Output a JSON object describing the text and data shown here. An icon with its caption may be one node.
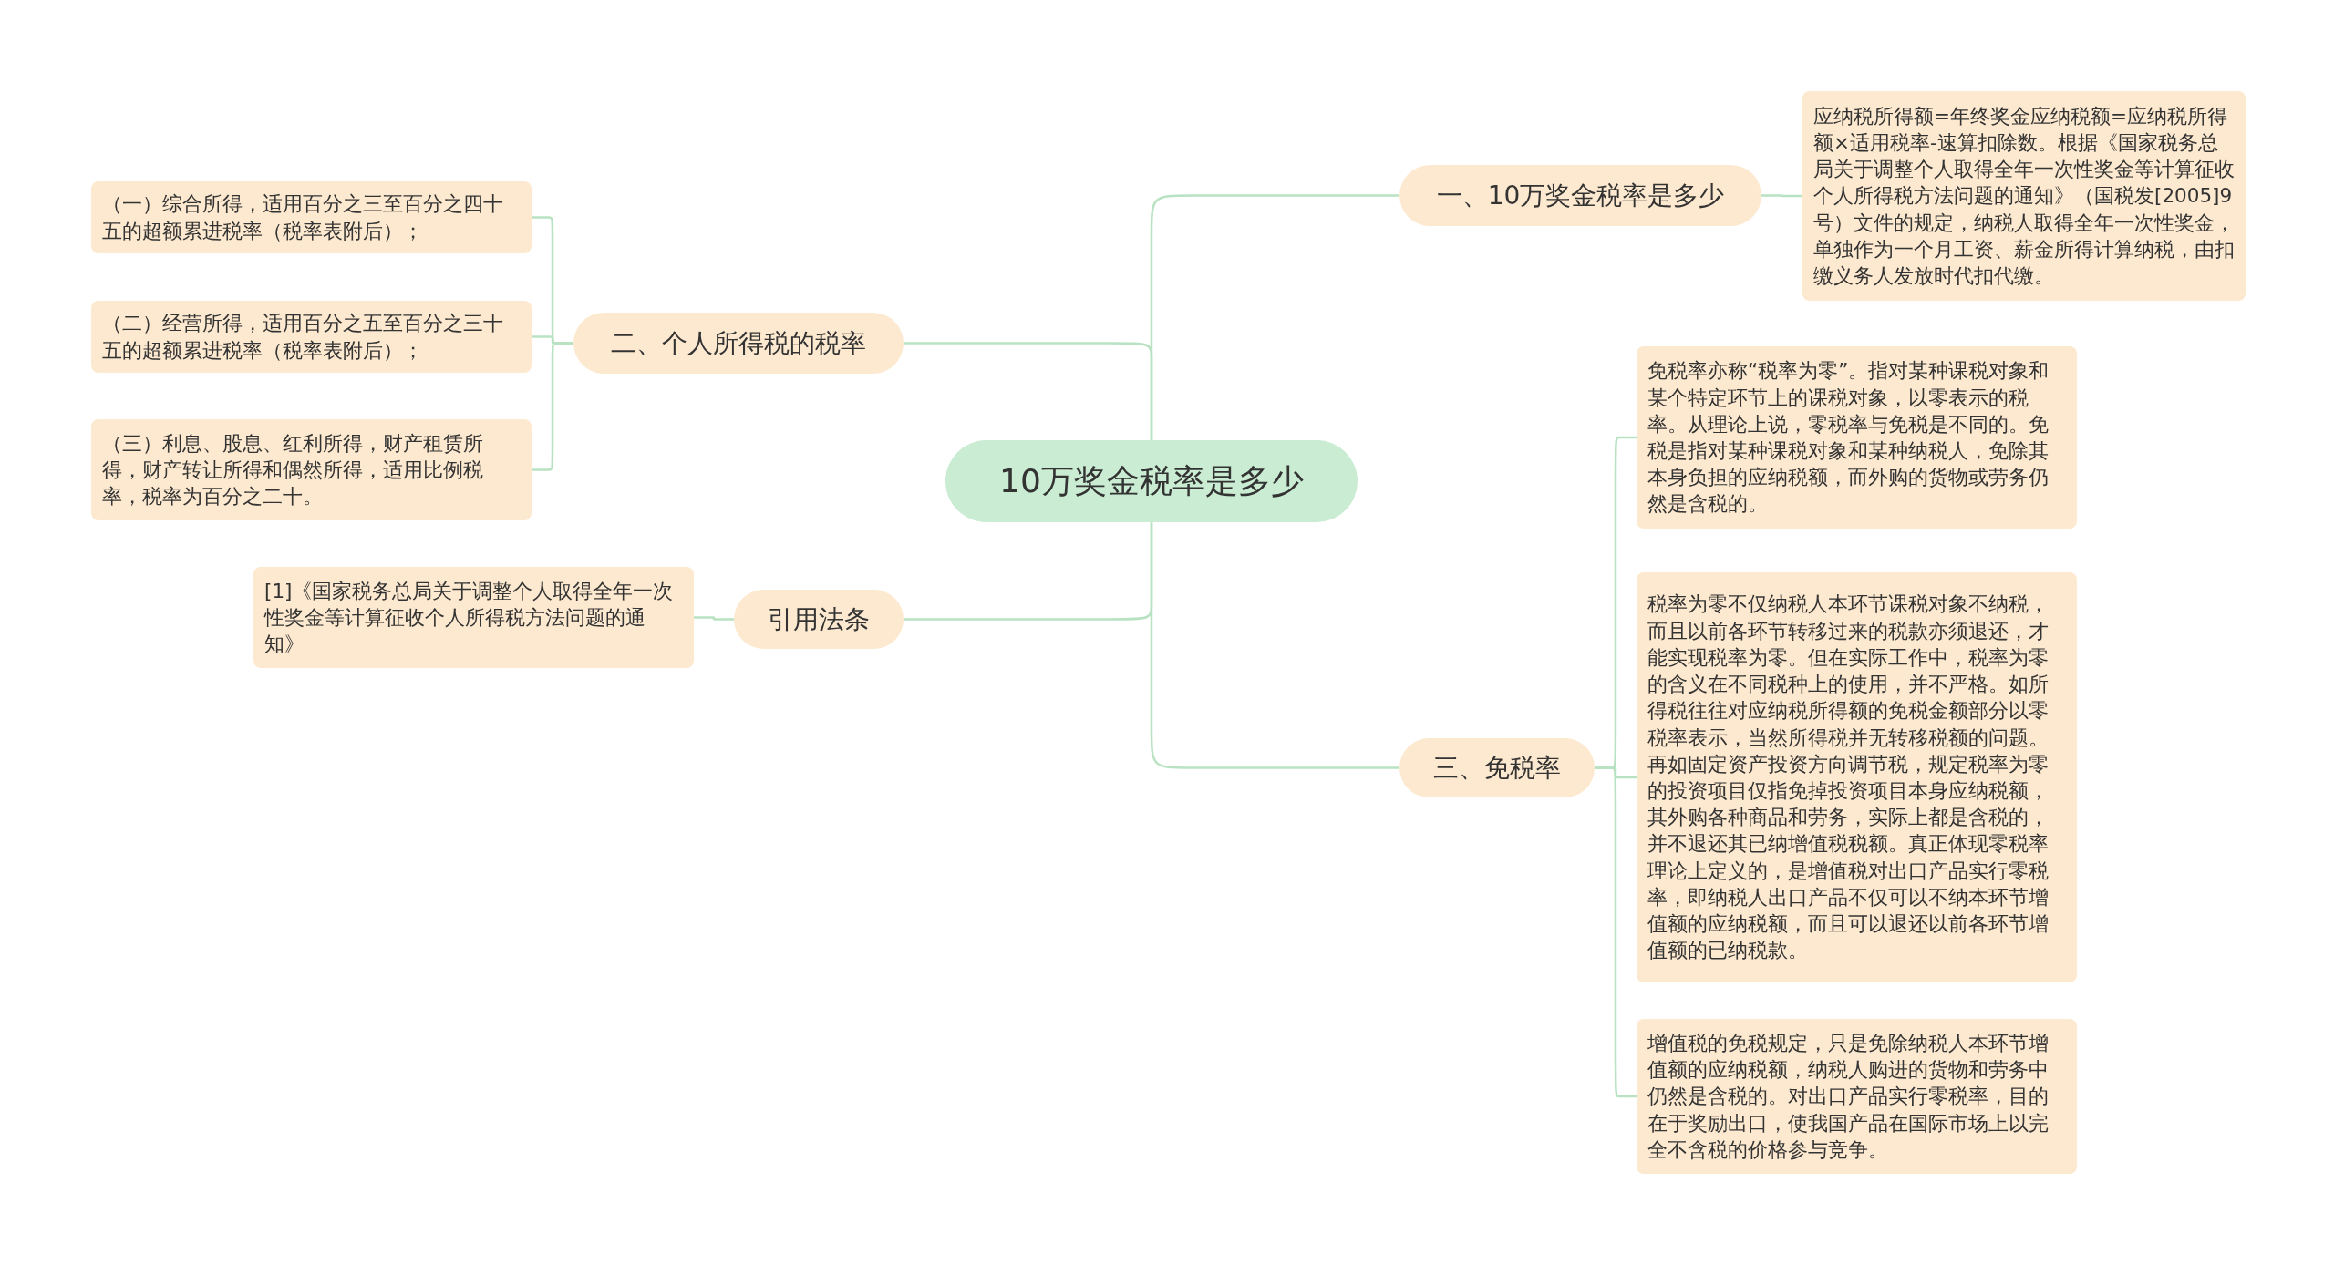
{
  "diagram": {
    "nodes": [
      {
        "text": [
          "10万奖金税率是多少"
        ]
      },
      {
        "text": [
          "一、10万奖金税率是多少"
        ]
      },
      {
        "text": [
          "应纳税所得额=年终奖金应纳税额=应纳税所得额×适用税率-速算扣除数。根据《国家税务总局关于调整个人取得全年一次性奖金等计算征收个人所得税方法问题的通知》（国税发[2005]9号）文件的规定，纳税人取得全年一次性奖金，单独作为一个月工资、薪金所得计算纳税，由扣缴义务人发放时代扣代缴。"
        ]
      },
      {
        "text": [
          "二、个人所得税的税率"
        ]
      },
      {
        "text": [
          "（一）综合所得，适用百分之三至百分之四十五的超额累进税率（税率表附后）；"
        ]
      },
      {
        "text": [
          "（二）经营所得，适用百分之五至百分之三十五的超额累进税率（税率表附后）；"
        ]
      },
      {
        "text": [
          "（三）利息、股息、红利所得，财产租赁所得，财产转让所得和偶然所得，适用比例税率，税率为百分之二十。"
        ]
      },
      {
        "text": [
          "引用法条"
        ]
      },
      {
        "text": [
          "[1]《国家税务总局关于调整个人取得全年一次性奖金等计算征收个人所得税方法问题的通知》"
        ]
      },
      {
        "text": [
          "三、免税率"
        ]
      },
      {
        "text": [
          "免税率亦称“税率为零”。指对某种课税对象和某个特定环节上的课税对象，以零表示的税率。从理论上说，零税率与免税是不同的。免税是指对某种课税对象和某种纳税人，免除其本身负担的应纳税额，而外购的货物或劳务仍然是含税的。"
        ]
      },
      {
        "text": [
          "税率为零不仅纳税人本环节课税对象不纳税，而且以前各环节转移过来的税款亦须退还，才能实现税率为零。但在实际工作中，税率为零的含义在不同税种上的使用，并不严格。如所得税往往对应纳税所得额的免税金额部分以零税率表示，当然所得税并无转移税额的问题。再如固定资产投资方向调节税，规定税率为零的投资项目仅指免掉投资项目本身应纳税额，其外购各种商品和劳务，实际上都是含税的，并不退还其已纳增值税税额。真正体现零税率理论上定义的，是增值税对出口产品实行零税率，即纳税人出口产品不仅可以不纳本环节增值额的应纳税额，而且可以退还以前各环节增值额的已纳税款。"
        ]
      },
      {
        "text": [
          "增值税的免税规定，只是免除纳税人本环节增值额的应纳税额，纳税人购进的货物和劳务中仍然是含税的。对出口产品实行零税率，目的在于奖励出口，使我国产品在国际市场上以完全不含税的价格参与竞争。"
        ]
      }
    ],
    "edges": [
      {
        "from": 0,
        "to": 1,
        "arrow": "none"
      },
      {
        "from": 1,
        "to": 2,
        "arrow": "none"
      },
      {
        "from": 0,
        "to": 3,
        "arrow": "none"
      },
      {
        "from": 3,
        "to": 4,
        "arrow": "none"
      },
      {
        "from": 3,
        "to": 5,
        "arrow": "none"
      },
      {
        "from": 3,
        "to": 6,
        "arrow": "none"
      },
      {
        "from": 0,
        "to": 7,
        "arrow": "none"
      },
      {
        "from": 7,
        "to": 8,
        "arrow": "none"
      },
      {
        "from": 0,
        "to": 9,
        "arrow": "none"
      },
      {
        "from": 9,
        "to": 10,
        "arrow": "none"
      },
      {
        "from": 9,
        "to": 11,
        "arrow": "none"
      },
      {
        "from": 9,
        "to": 12,
        "arrow": "none"
      }
    ]
  }
}
